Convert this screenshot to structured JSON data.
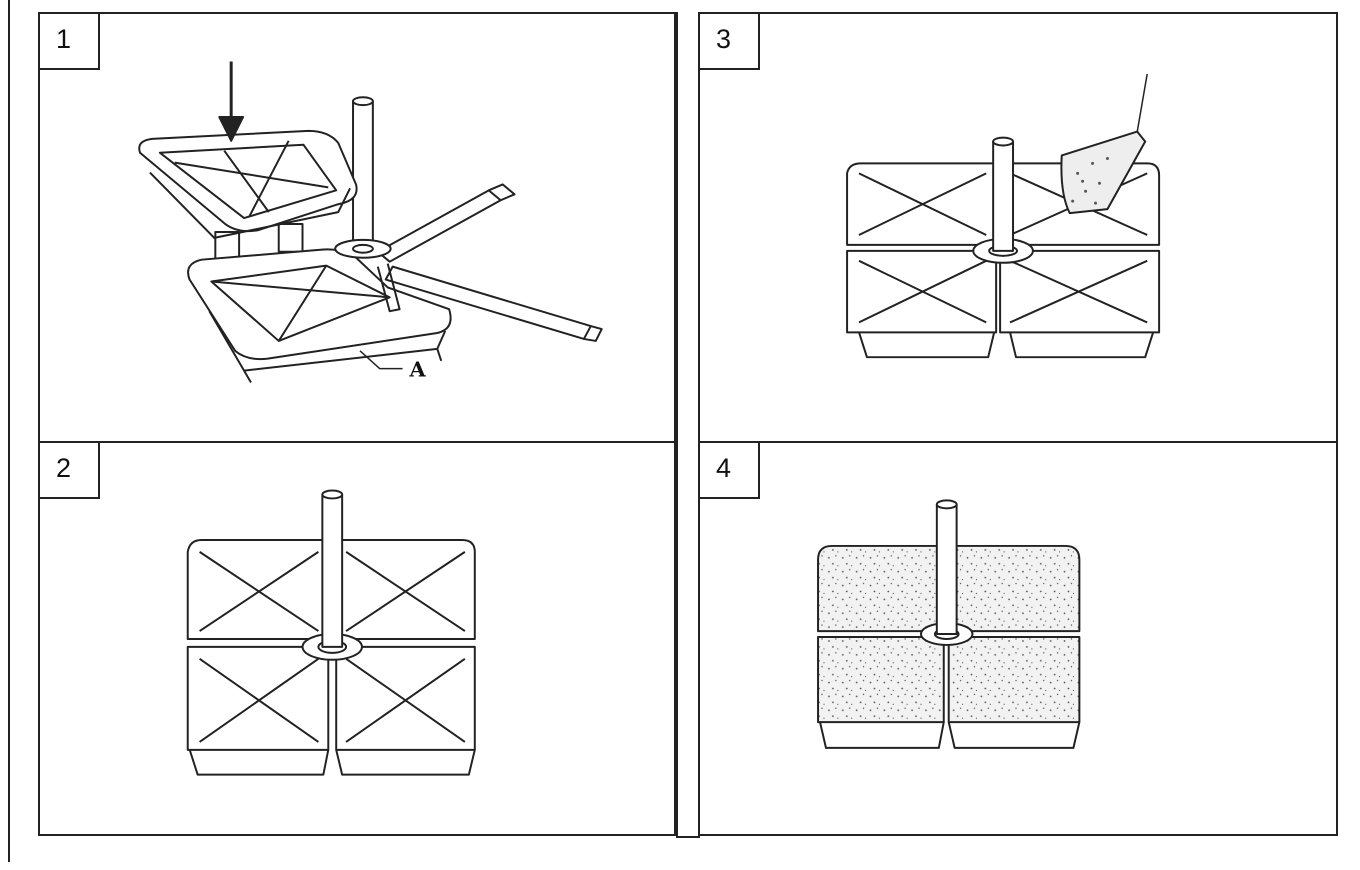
{
  "panels": [
    {
      "number": "1",
      "callout": "A"
    },
    {
      "number": "2"
    },
    {
      "number": "3"
    },
    {
      "number": "4"
    }
  ],
  "colors": {
    "line": "#222222",
    "background": "#ffffff",
    "fill_light": "#f2f2f2"
  }
}
